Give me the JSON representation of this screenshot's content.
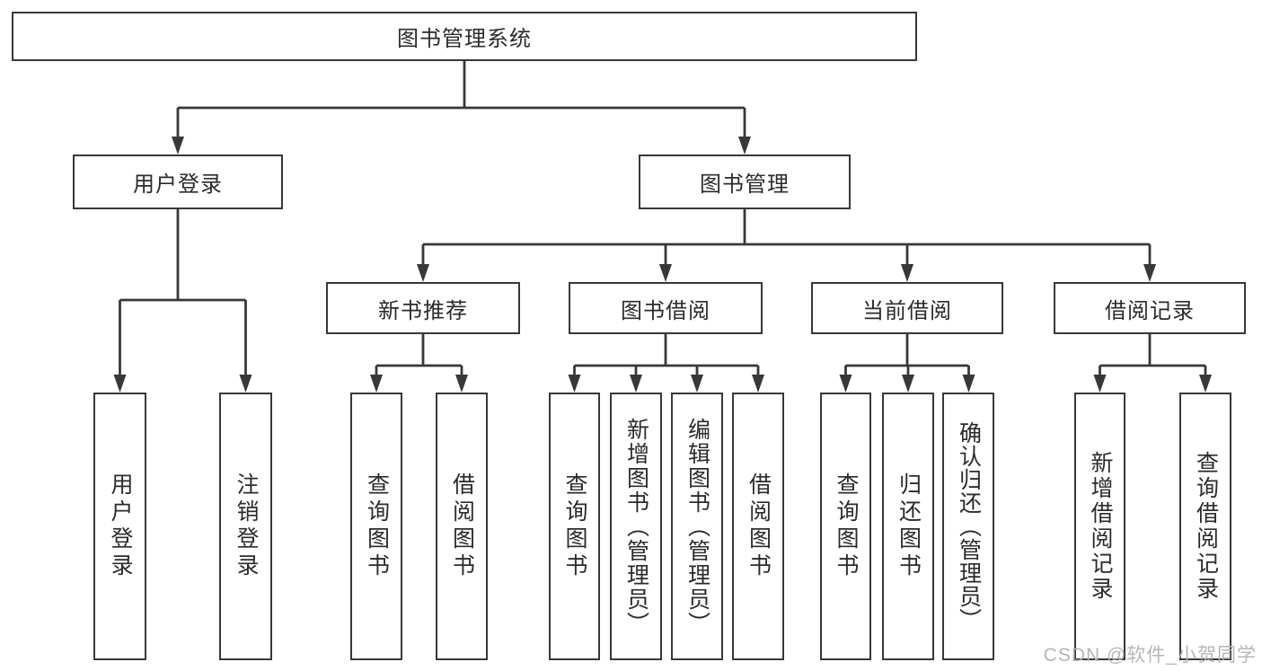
{
  "diagram": {
    "root": "图书管理系统",
    "branches": {
      "user": "用户登录",
      "book": "图书管理"
    },
    "modules": [
      "新书推荐",
      "图书借阅",
      "当前借阅",
      "借阅记录"
    ],
    "leaves": {
      "user_login": "用户登录",
      "user_logout": "注销登录",
      "rec_query_books": "查询图书",
      "rec_borrow_books": "借阅图书",
      "bor_query_books": "查询图书",
      "bor_add_books": "新增图书（管理员）",
      "bor_edit_books": "编辑图书（管理员）",
      "bor_borrow_books": "借阅图书",
      "cur_query_books": "查询图书",
      "cur_return_books": "归还图书",
      "cur_confirm_return": "确认归还（管理员）",
      "log_add_record": "新增借阅记录",
      "log_query_record": "查询借阅记录"
    }
  },
  "watermark": "CSDN @软件_小贺同学",
  "colors": {
    "line": "#383838",
    "text": "#2b2b2b",
    "box_background": "#ffffff",
    "watermark": "#b2b2b2"
  }
}
